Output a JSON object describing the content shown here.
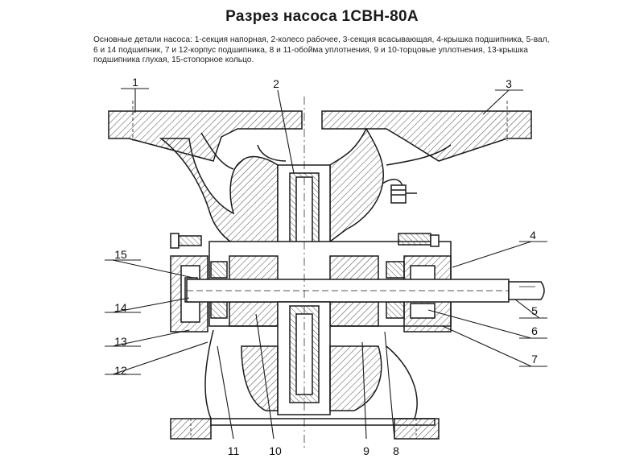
{
  "title": "Разрез насоса 1СВН-80А",
  "caption": "Основные детали насоса: 1-секция напорная, 2-колесо рабочее, 3-секция всасывающая, 4-крышка подшипника, 5-вал, 6 и 14 подшипник, 7 и 12-корпус подшипника, 8 и 11-обойма уплотнения, 9 и 10-торцовые уплотнения, 13-крышка подшипника глухая, 15-стопорное кольцо.",
  "callouts": {
    "c1": "1",
    "c2": "2",
    "c3": "3",
    "c4": "4",
    "c5": "5",
    "c6": "6",
    "c7": "7",
    "c8": "8",
    "c9": "9",
    "c10": "10",
    "c11": "11",
    "c12": "12",
    "c13": "13",
    "c14": "14",
    "c15": "15"
  },
  "colors": {
    "line": "#1a1a1a",
    "hatch": "#555555",
    "background": "#ffffff"
  }
}
